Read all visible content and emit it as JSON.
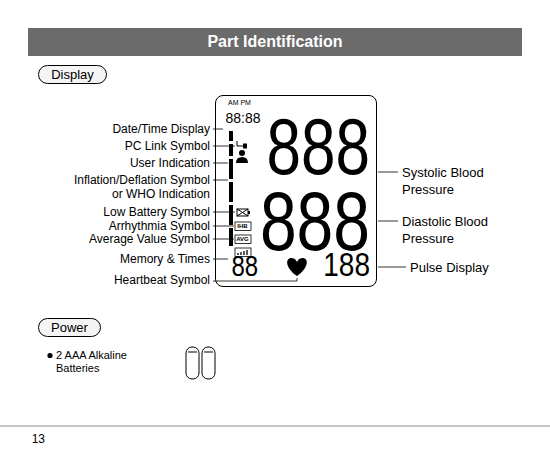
{
  "diagram": {
    "title": "Part Identification",
    "nodes": [
      {
        "text": [
          "Display"
        ]
      },
      {
        "text": [
          "AM PM",
          "88:88",
          "888",
          "888",
          "88",
          "188",
          "IHB",
          "AVG"
        ]
      },
      {
        "text": [
          "Power"
        ]
      }
    ],
    "labels": [
      "Date/Time Display",
      "PC Link Symbol",
      "User Indication",
      "Inflation/Deflation Symbol or WHO Indication",
      "Low Battery Symbol",
      "Arrhythmia Symbol",
      "Average Value Symbol",
      "Memory & Times",
      "Heartbeat Symbol",
      "Systolic Blood Pressure",
      "Diastolic Blood Pressure",
      "Pulse Display",
      "2 AAA Alkaline Batteries",
      "13"
    ]
  }
}
